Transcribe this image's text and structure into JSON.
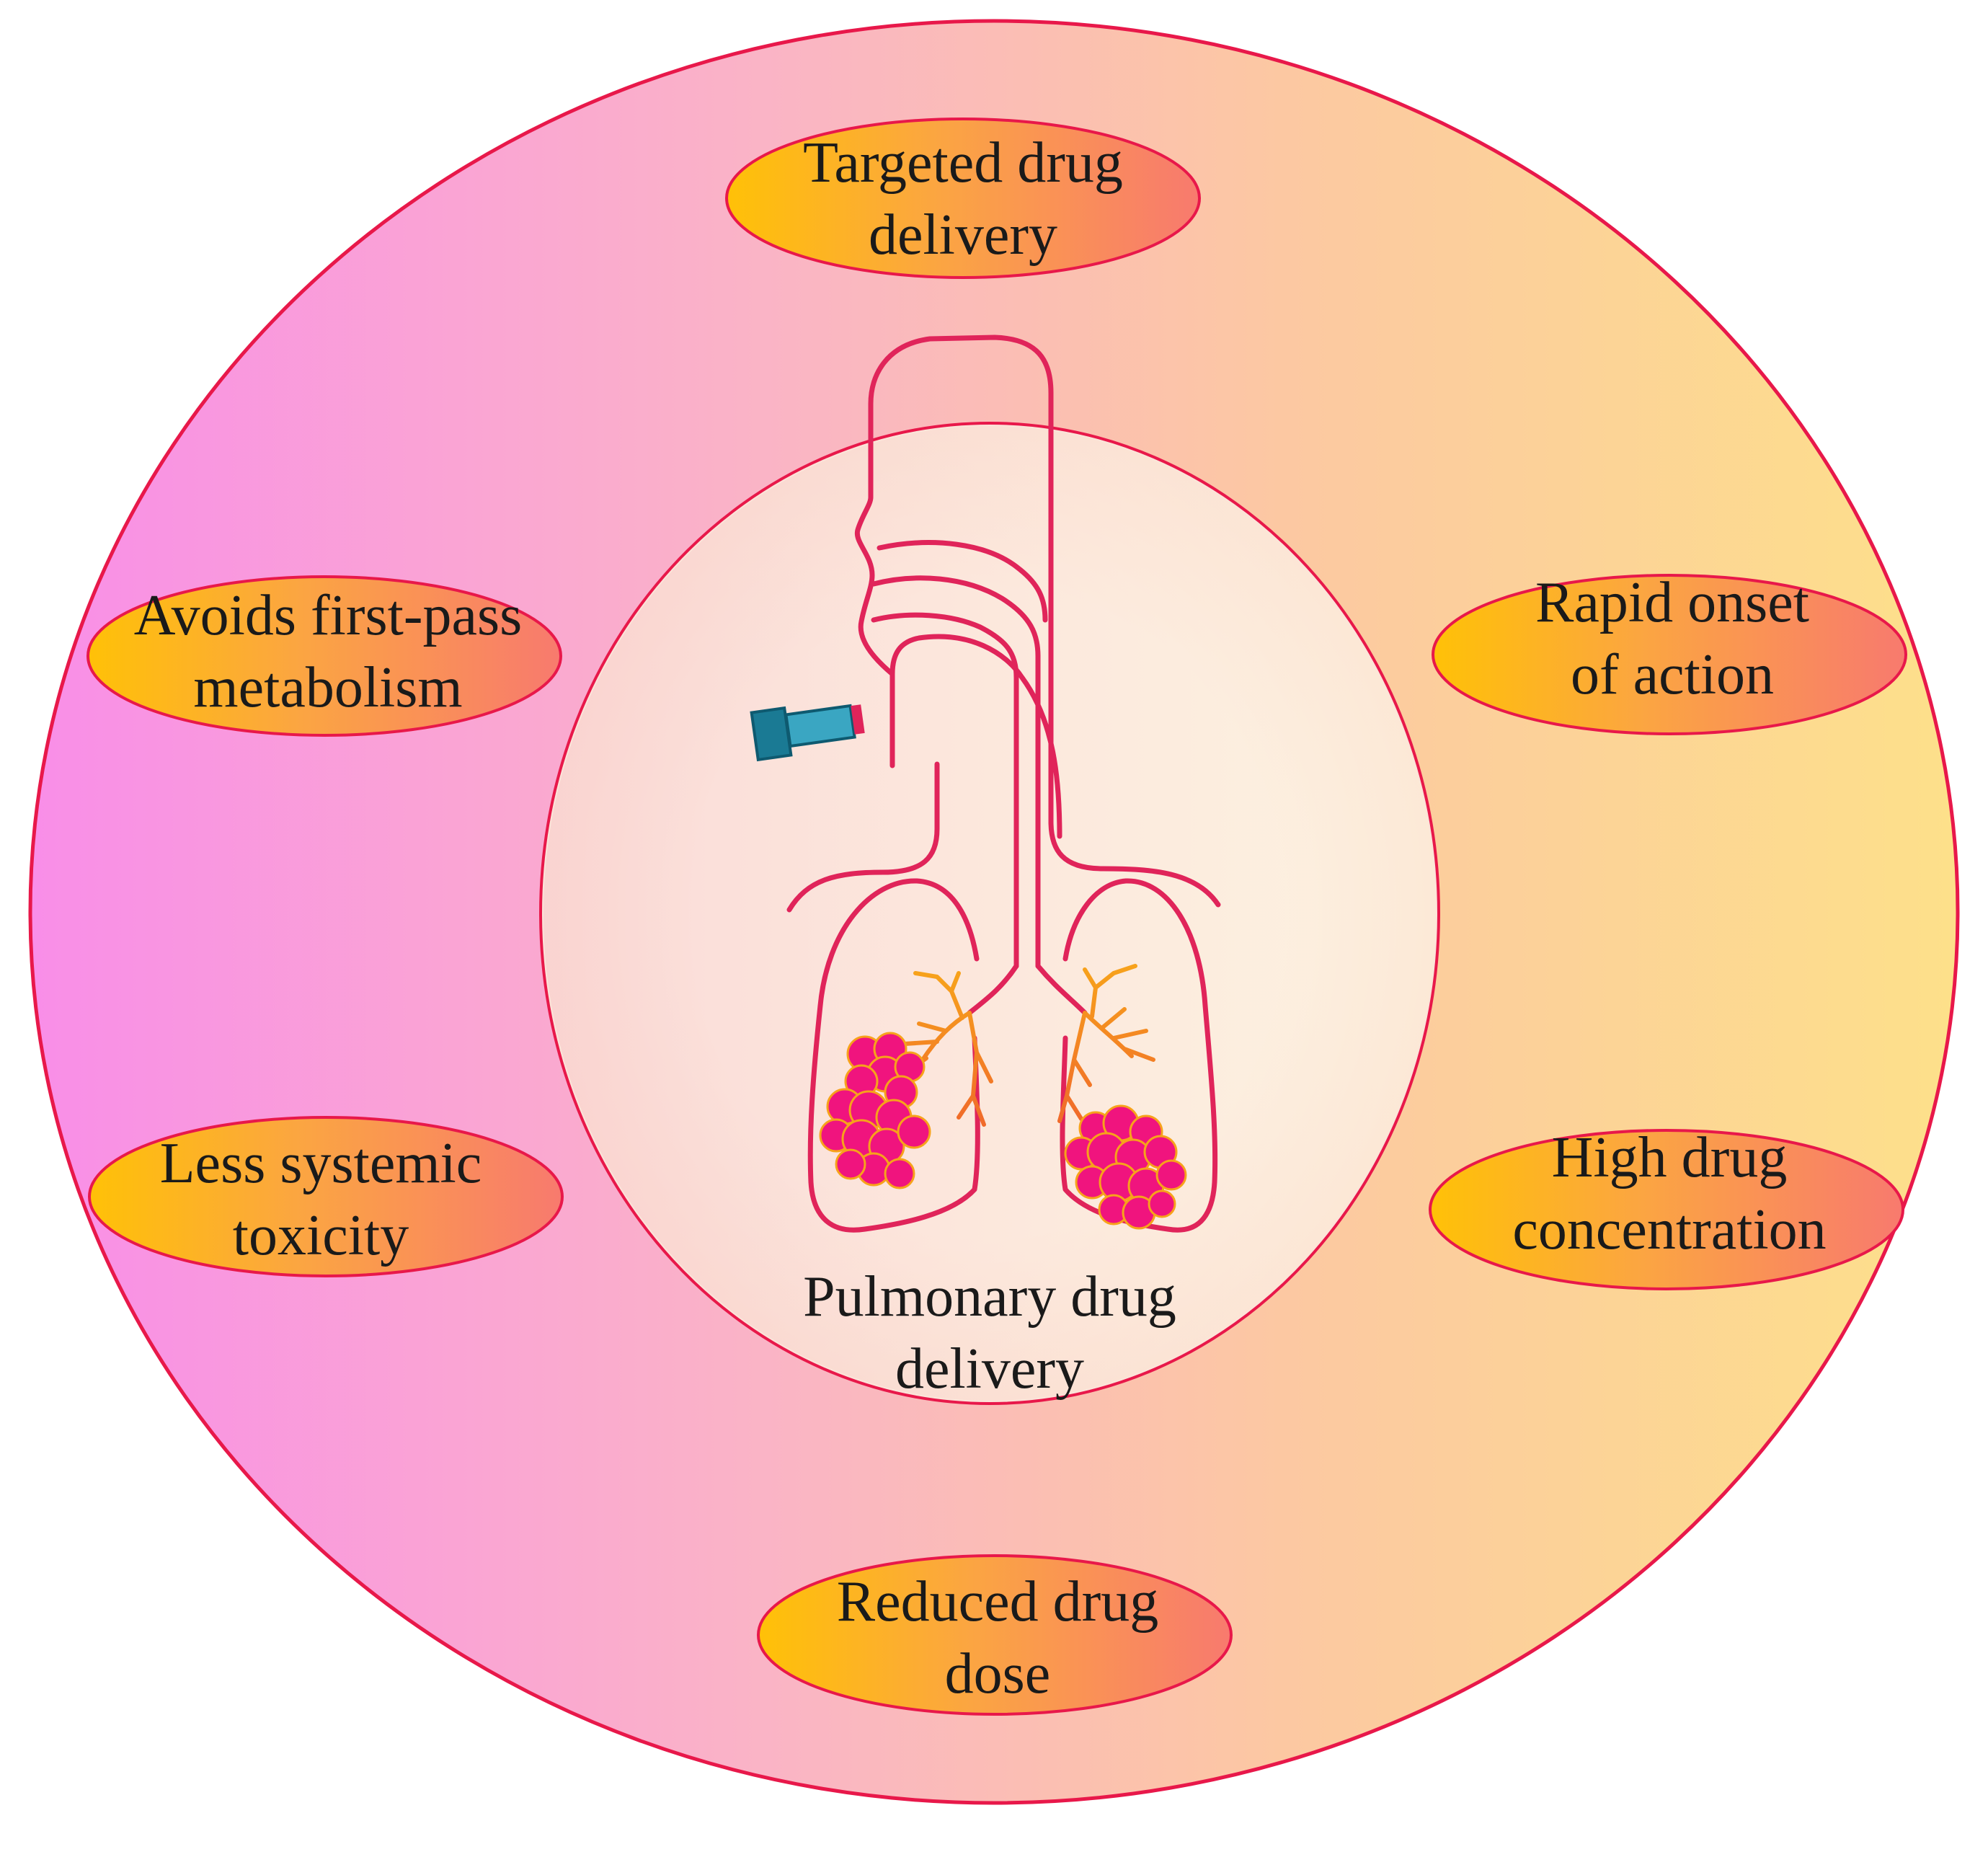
{
  "diagram": {
    "center": {
      "line1": "Pulmonary drug",
      "line2": "delivery",
      "illustration": "respiratory-system-with-inhaler-icon"
    },
    "benefits": [
      {
        "id": "targeted",
        "line1": "Targeted drug",
        "line2": "delivery"
      },
      {
        "id": "rapid",
        "line1": "Rapid onset",
        "line2": "of action"
      },
      {
        "id": "concentration",
        "line1": "High drug",
        "line2": "concentration"
      },
      {
        "id": "dose",
        "line1": "Reduced drug",
        "line2": "dose"
      },
      {
        "id": "toxicity",
        "line1": "Less systemic",
        "line2": "toxicity"
      },
      {
        "id": "first-pass",
        "line1": "Avoids first-pass",
        "line2": "metabolism"
      }
    ],
    "colors": {
      "outer_gradient_left": "#f98ee8",
      "outer_gradient_right": "#fde08a",
      "border": "#e8184a",
      "ellipse_left": "#ffc107",
      "ellipse_right": "#f87a6e",
      "anatomy_stroke": "#e0245a",
      "alveoli": "#f0147e",
      "bronchi": "#f7a21b",
      "inhaler": "#1a7a94"
    }
  }
}
